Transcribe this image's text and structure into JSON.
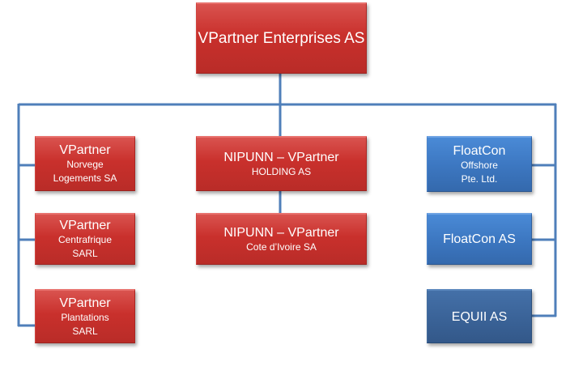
{
  "diagram": {
    "type": "org-chart",
    "line_color": "#4f7fba",
    "colors": {
      "red": "#c9302c",
      "blue": "#3d78c2",
      "dark_blue": "#3b6499"
    },
    "root": {
      "label": "VPartner Enterprises AS"
    },
    "left_column": [
      {
        "title": "VPartner",
        "subtitle_lines": [
          "Norvege",
          "Logements SA"
        ]
      },
      {
        "title": "VPartner",
        "subtitle_lines": [
          "Centrafrique",
          "SARL"
        ]
      },
      {
        "title": "VPartner",
        "subtitle_lines": [
          "Plantations",
          "SARL"
        ]
      }
    ],
    "center_column": [
      {
        "title": "NIPUNN – VPartner",
        "subtitle_lines": [
          "HOLDING AS"
        ]
      },
      {
        "title": "NIPUNN – VPartner",
        "subtitle_lines": [
          "Cote d’Ivoire SA"
        ]
      }
    ],
    "right_column": [
      {
        "title": "FloatCon",
        "subtitle_lines": [
          "Offshore",
          "Pte. Ltd."
        ]
      },
      {
        "title": "FloatCon AS",
        "subtitle_lines": []
      },
      {
        "title": "EQUII AS",
        "subtitle_lines": []
      }
    ]
  }
}
